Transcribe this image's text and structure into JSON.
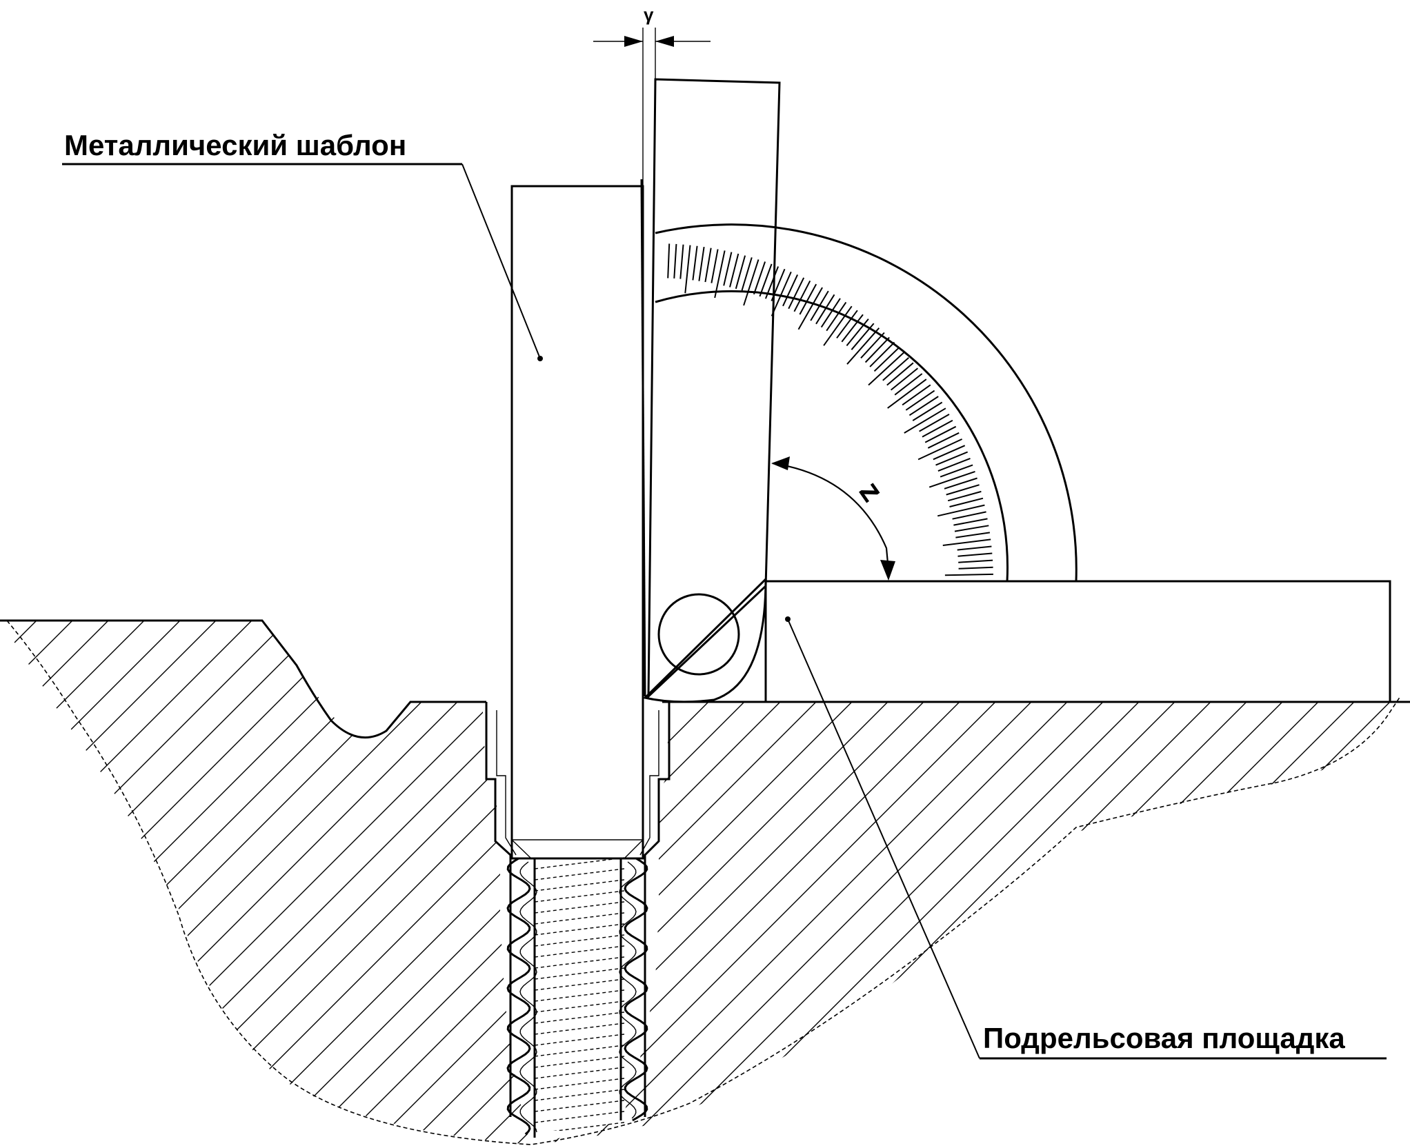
{
  "labels": {
    "template": "Металлический шаблон",
    "pad": "Подрельсовая площадка",
    "gamma": "γ",
    "z": "z"
  },
  "colors": {
    "ink": "#000000",
    "paper": "#ffffff"
  }
}
